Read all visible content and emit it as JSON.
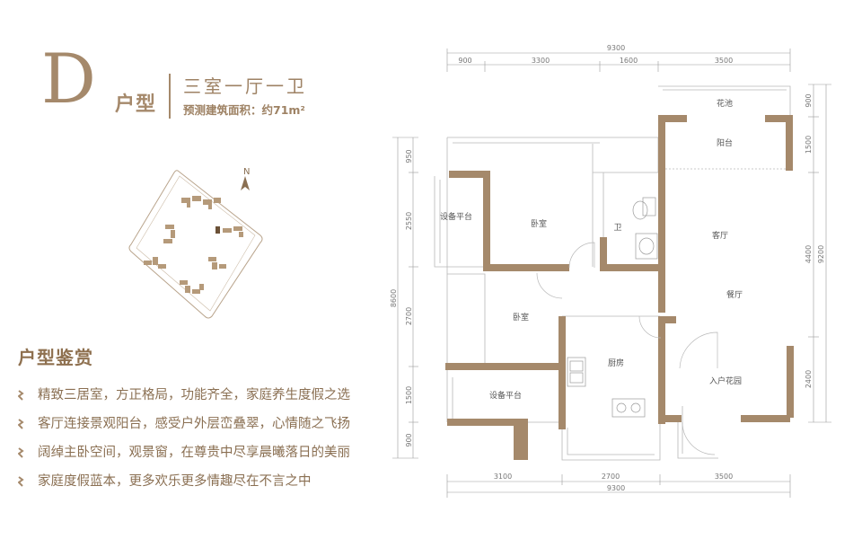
{
  "header": {
    "letter": "D",
    "type_word": "户型",
    "layout": "三室一厅一卫",
    "area": "预测建筑面积：约71m²"
  },
  "site_map": {
    "north": "N"
  },
  "appreciation": {
    "title": "户型鉴赏",
    "items": [
      "精致三居室，方正格局，功能齐全，家庭养生度假之选",
      "客厅连接景观阳台，感受户外层峦叠翠，心情随之飞扬",
      "阔绰主卧空间，观景窗，在尊贵中尽享晨曦落日的美丽",
      "家庭度假蓝本，更多欢乐更多情趣尽在不言之中"
    ]
  },
  "plan": {
    "rooms": {
      "pool": "花池",
      "balcony": "阳台",
      "equip_top": "设备平台",
      "bedroom1": "卧室",
      "bathroom": "卫",
      "living": "客厅",
      "bedroom2": "卧室",
      "dining": "餐厅",
      "kitchen": "厨房",
      "equip_bottom": "设备平台",
      "entry_garden": "入户花园"
    },
    "dims": {
      "top_total": "9300",
      "top_a": "900",
      "top_b": "3300",
      "top_c": "1600",
      "top_d": "3500",
      "bottom_a": "3100",
      "bottom_b": "2700",
      "bottom_c": "3500",
      "bottom_total": "9300",
      "left_a": "950",
      "left_b": "2550",
      "left_c": "2700",
      "left_d": "1500",
      "left_e": "900",
      "left_total": "8600",
      "right_a": "900",
      "right_b": "1500",
      "right_c": "4400",
      "right_d": "2400",
      "right_total": "9200"
    }
  },
  "colors": {
    "accent": "#a5896b",
    "wall": "#a5896b",
    "text": "#8a6f52"
  }
}
